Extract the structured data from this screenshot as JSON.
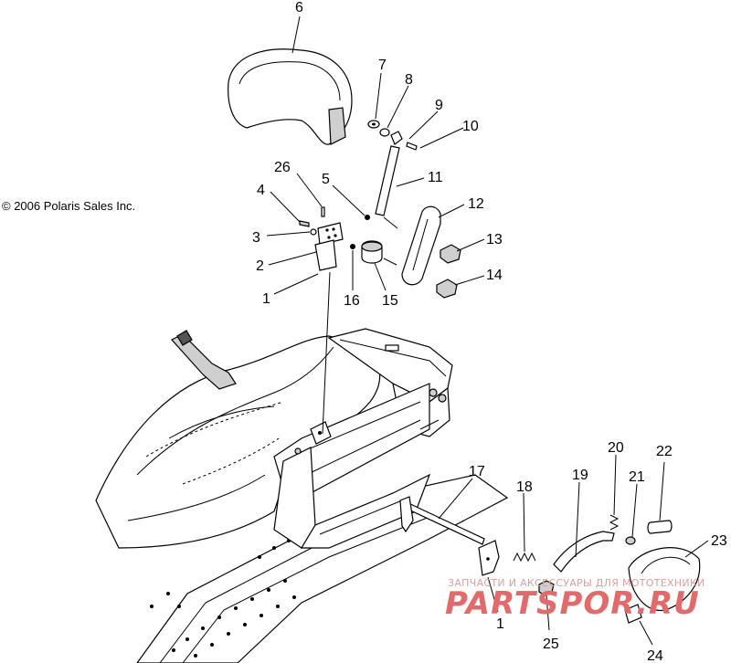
{
  "copyright": "© 2006 Polaris Sales Inc.",
  "watermark": {
    "line1": "ЗАПЧАСТИ И АКСЕССУАРЫ ДЛЯ МОТОТЕХНИКИ",
    "line2": "PARTSPOR.RU"
  },
  "callouts": [
    "6",
    "7",
    "8",
    "9",
    "10",
    "11",
    "5",
    "26",
    "4",
    "3",
    "2",
    "1",
    "16",
    "15",
    "12",
    "13",
    "14",
    "17",
    "18",
    "19",
    "20",
    "21",
    "22",
    "23",
    "1",
    "25",
    "24"
  ]
}
